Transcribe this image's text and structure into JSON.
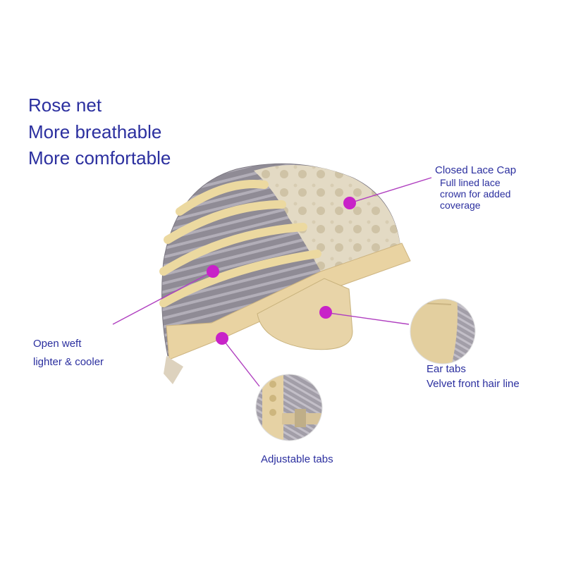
{
  "headline": {
    "line1": "Rose net",
    "line2": "More breathable",
    "line3": "More comfortable"
  },
  "labels": {
    "closed_lace_title": "Closed Lace Cap",
    "closed_lace_desc_1": "Full lined lace",
    "closed_lace_desc_2": "crown for added",
    "closed_lace_desc_3": "coverage",
    "open_weft_1": "Open weft",
    "open_weft_2": "lighter & cooler",
    "ear_tabs_1": "Ear tabs",
    "ear_tabs_2": "Velvet front hair line",
    "adjustable_tabs": "Adjustable tabs"
  },
  "colors": {
    "text": "#2b2f9f",
    "marker": "#c822c8",
    "leader_line": "#b040c0",
    "lace": "#e6dcc0",
    "weft_band": "#ecd9a0",
    "hair": "#9a96a0"
  },
  "icons": [
    "marker-dot",
    "wig-cap-illustration",
    "closeup-circle"
  ]
}
